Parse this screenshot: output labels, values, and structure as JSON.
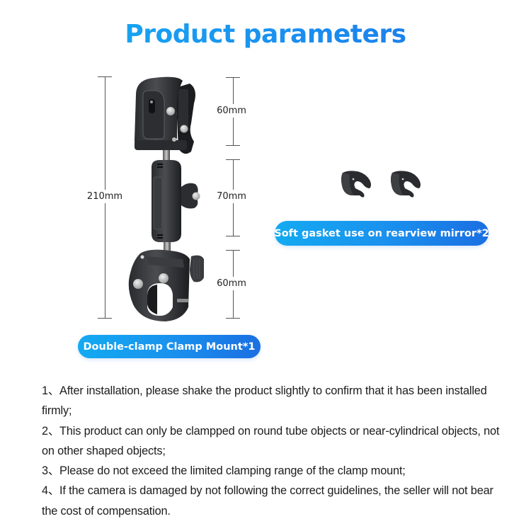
{
  "header": {
    "title": "Product parameters",
    "accent_color_start": "#17b0f2",
    "accent_color_end": "#1d72e8"
  },
  "dimensions": {
    "total_height": "210mm",
    "segments": [
      {
        "label": "60mm",
        "part": "upper-clamp"
      },
      {
        "label": "70mm",
        "part": "extension-arm"
      },
      {
        "label": "60mm",
        "part": "lower-clamp"
      }
    ]
  },
  "products": [
    {
      "name": "Double-clamp Clamp Mount*1",
      "icon": "clamp-mount-icon"
    },
    {
      "name": "Soft gasket use on rearview mirror*2",
      "icon": "gasket-icon"
    }
  ],
  "notes": [
    "1、After installation, please shake the product slightly to confirm that it has been installed firmly;",
    "2、This product can only be clampped on round tube objects or near-cylindrical objects, not on other shaped objects;",
    "3、Please do not exceed the limited clamping range of the clamp mount;",
    "4、If the camera is damaged by not following the correct guidelines, the seller will not bear the cost of compensation."
  ]
}
